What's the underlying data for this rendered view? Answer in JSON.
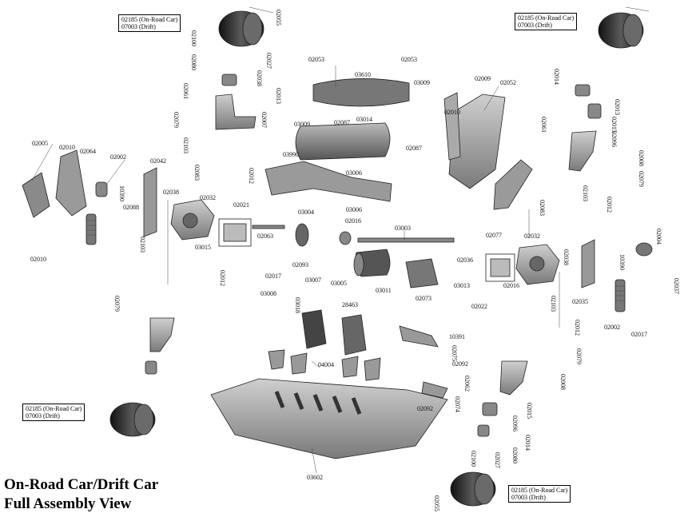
{
  "title": {
    "line1": "On-Road Car/Drift Car",
    "line2": "Full Assembly View"
  },
  "callouts": [
    {
      "id": "tl",
      "line1": "02185 (On-Road Car)",
      "line2": "07003 (Drift)"
    },
    {
      "id": "tr",
      "line1": "02185 (On-Road Car)",
      "line2": "07003 (Drift)"
    },
    {
      "id": "bl",
      "line1": "02185 (On-Road Car)",
      "line2": "07003 (Drift)"
    },
    {
      "id": "br",
      "line1": "02185 (On-Road Car)",
      "line2": "07003 (Drift)"
    }
  ],
  "part_numbers": [
    "02055",
    "02100",
    "02080",
    "02027",
    "02038",
    "02013",
    "02061",
    "02007",
    "02079",
    "02103",
    "02005",
    "02010",
    "02064",
    "02002",
    "02042",
    "10390",
    "02088",
    "02038",
    "02010",
    "02083",
    "02012",
    "02032",
    "02021",
    "03015",
    "02063",
    "02017",
    "02103",
    "02079",
    "02012",
    "03990",
    "03006",
    "03006",
    "03004",
    "02016",
    "03007",
    "03005",
    "02093",
    "03008",
    "03018",
    "28463",
    "04004",
    "03602",
    "02053",
    "03610",
    "03014",
    "03009",
    "02087",
    "02053",
    "03009",
    "02087",
    "03003",
    "03011",
    "03013",
    "02073",
    "02036",
    "02022",
    "02009",
    "02052",
    "02010",
    "02077",
    "02014",
    "02013",
    "02061",
    "02015",
    "02096",
    "02008",
    "02079",
    "02103",
    "02012",
    "02032",
    "02016",
    "02038",
    "10390",
    "02002",
    "02035",
    "02017",
    "02037",
    "02012",
    "02079",
    "10391",
    "02004",
    "02075",
    "02092",
    "02074",
    "02092",
    "02008",
    "02015",
    "02096",
    "02014",
    "02080",
    "02027",
    "02100",
    "02055",
    "02062",
    "02083",
    "02103"
  ]
}
